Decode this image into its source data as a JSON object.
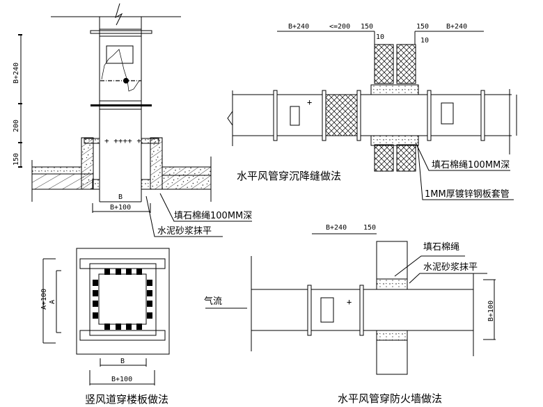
{
  "drawing": {
    "views": [
      {
        "id": "vertical-duct-section",
        "dimensions": {
          "upper": "B+240",
          "middle": "200",
          "lower": "150",
          "inner_width": "B",
          "outer_width": "B+100"
        },
        "callouts": [
          "填石棉绳100MM深",
          "水泥砂浆抹平"
        ]
      },
      {
        "id": "horizontal-duct-settlement-joint",
        "title": "水平风管穿沉降缝做法",
        "dimensions": {
          "left": "B+240",
          "gap": "<=200",
          "left_sleeve": "150",
          "right_sleeve": "150",
          "right": "B+240",
          "offset_left": "10",
          "offset_right": "10"
        },
        "callouts": [
          "填石棉绳100MM深",
          "1MM厚镀锌钢板套管"
        ]
      },
      {
        "id": "vertical-duct-floor-plan",
        "title": "竖风道穿楼板做法",
        "dimensions": {
          "height_outer": "A+100",
          "height_inner": "A",
          "width_inner": "B",
          "width_outer": "B+100"
        }
      },
      {
        "id": "horizontal-duct-firewall",
        "title": "水平风管穿防火墙做法",
        "dimensions": {
          "top_left": "B+240",
          "top_right": "150",
          "right_height": "B+100"
        },
        "airflow_label": "气流",
        "callouts": [
          "填石棉绳",
          "水泥砂浆抹平"
        ]
      }
    ]
  }
}
